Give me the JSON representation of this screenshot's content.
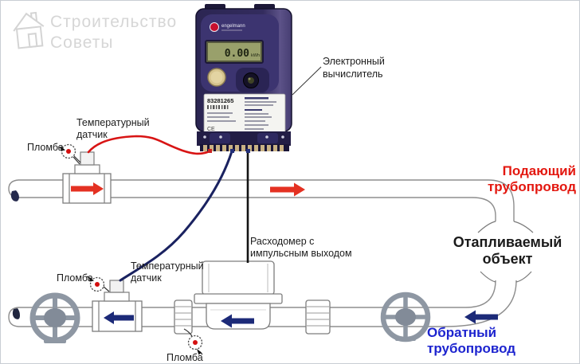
{
  "watermark": {
    "icon": "house-icon",
    "line1": "Строительство",
    "line2": "Советы"
  },
  "labels": {
    "calculator": {
      "line1": "Электронный",
      "line2": "вычислитель"
    },
    "temp_sensor_top": {
      "line1": "Температурный",
      "line2": "датчик"
    },
    "seal_top": "Пломба",
    "supply_pipe": "Подающий трубопровод",
    "flow_meter": {
      "line1": "Расходомер с",
      "line2": "импульсным выходом"
    },
    "heated_object": {
      "line1": "Отапливаемый",
      "line2": "объект"
    },
    "return_pipe": "Обратный трубопровод",
    "temp_sensor_bottom": {
      "line1": "Температурный",
      "line2": "датчик"
    },
    "seal_bottom_left": "Пломба",
    "seal_bottom_center": "Пломба"
  },
  "device": {
    "brand": "engelmann",
    "display_value": "0.00",
    "display_unit": "kWh",
    "serial": "83281265",
    "ce_mark": "CE"
  },
  "colors": {
    "supply_text": "#e3170f",
    "return_text": "#1d24cf",
    "supply_arrow": "#e43122",
    "return_arrow": "#1c2a78",
    "pipe_stroke": "#8d8d8d",
    "valve_gray": "#8e97a3",
    "cable_red": "#d81414",
    "cable_navy": "#1a2260",
    "cable_black": "#141414",
    "watermark_gray": "#d6d6d6"
  }
}
